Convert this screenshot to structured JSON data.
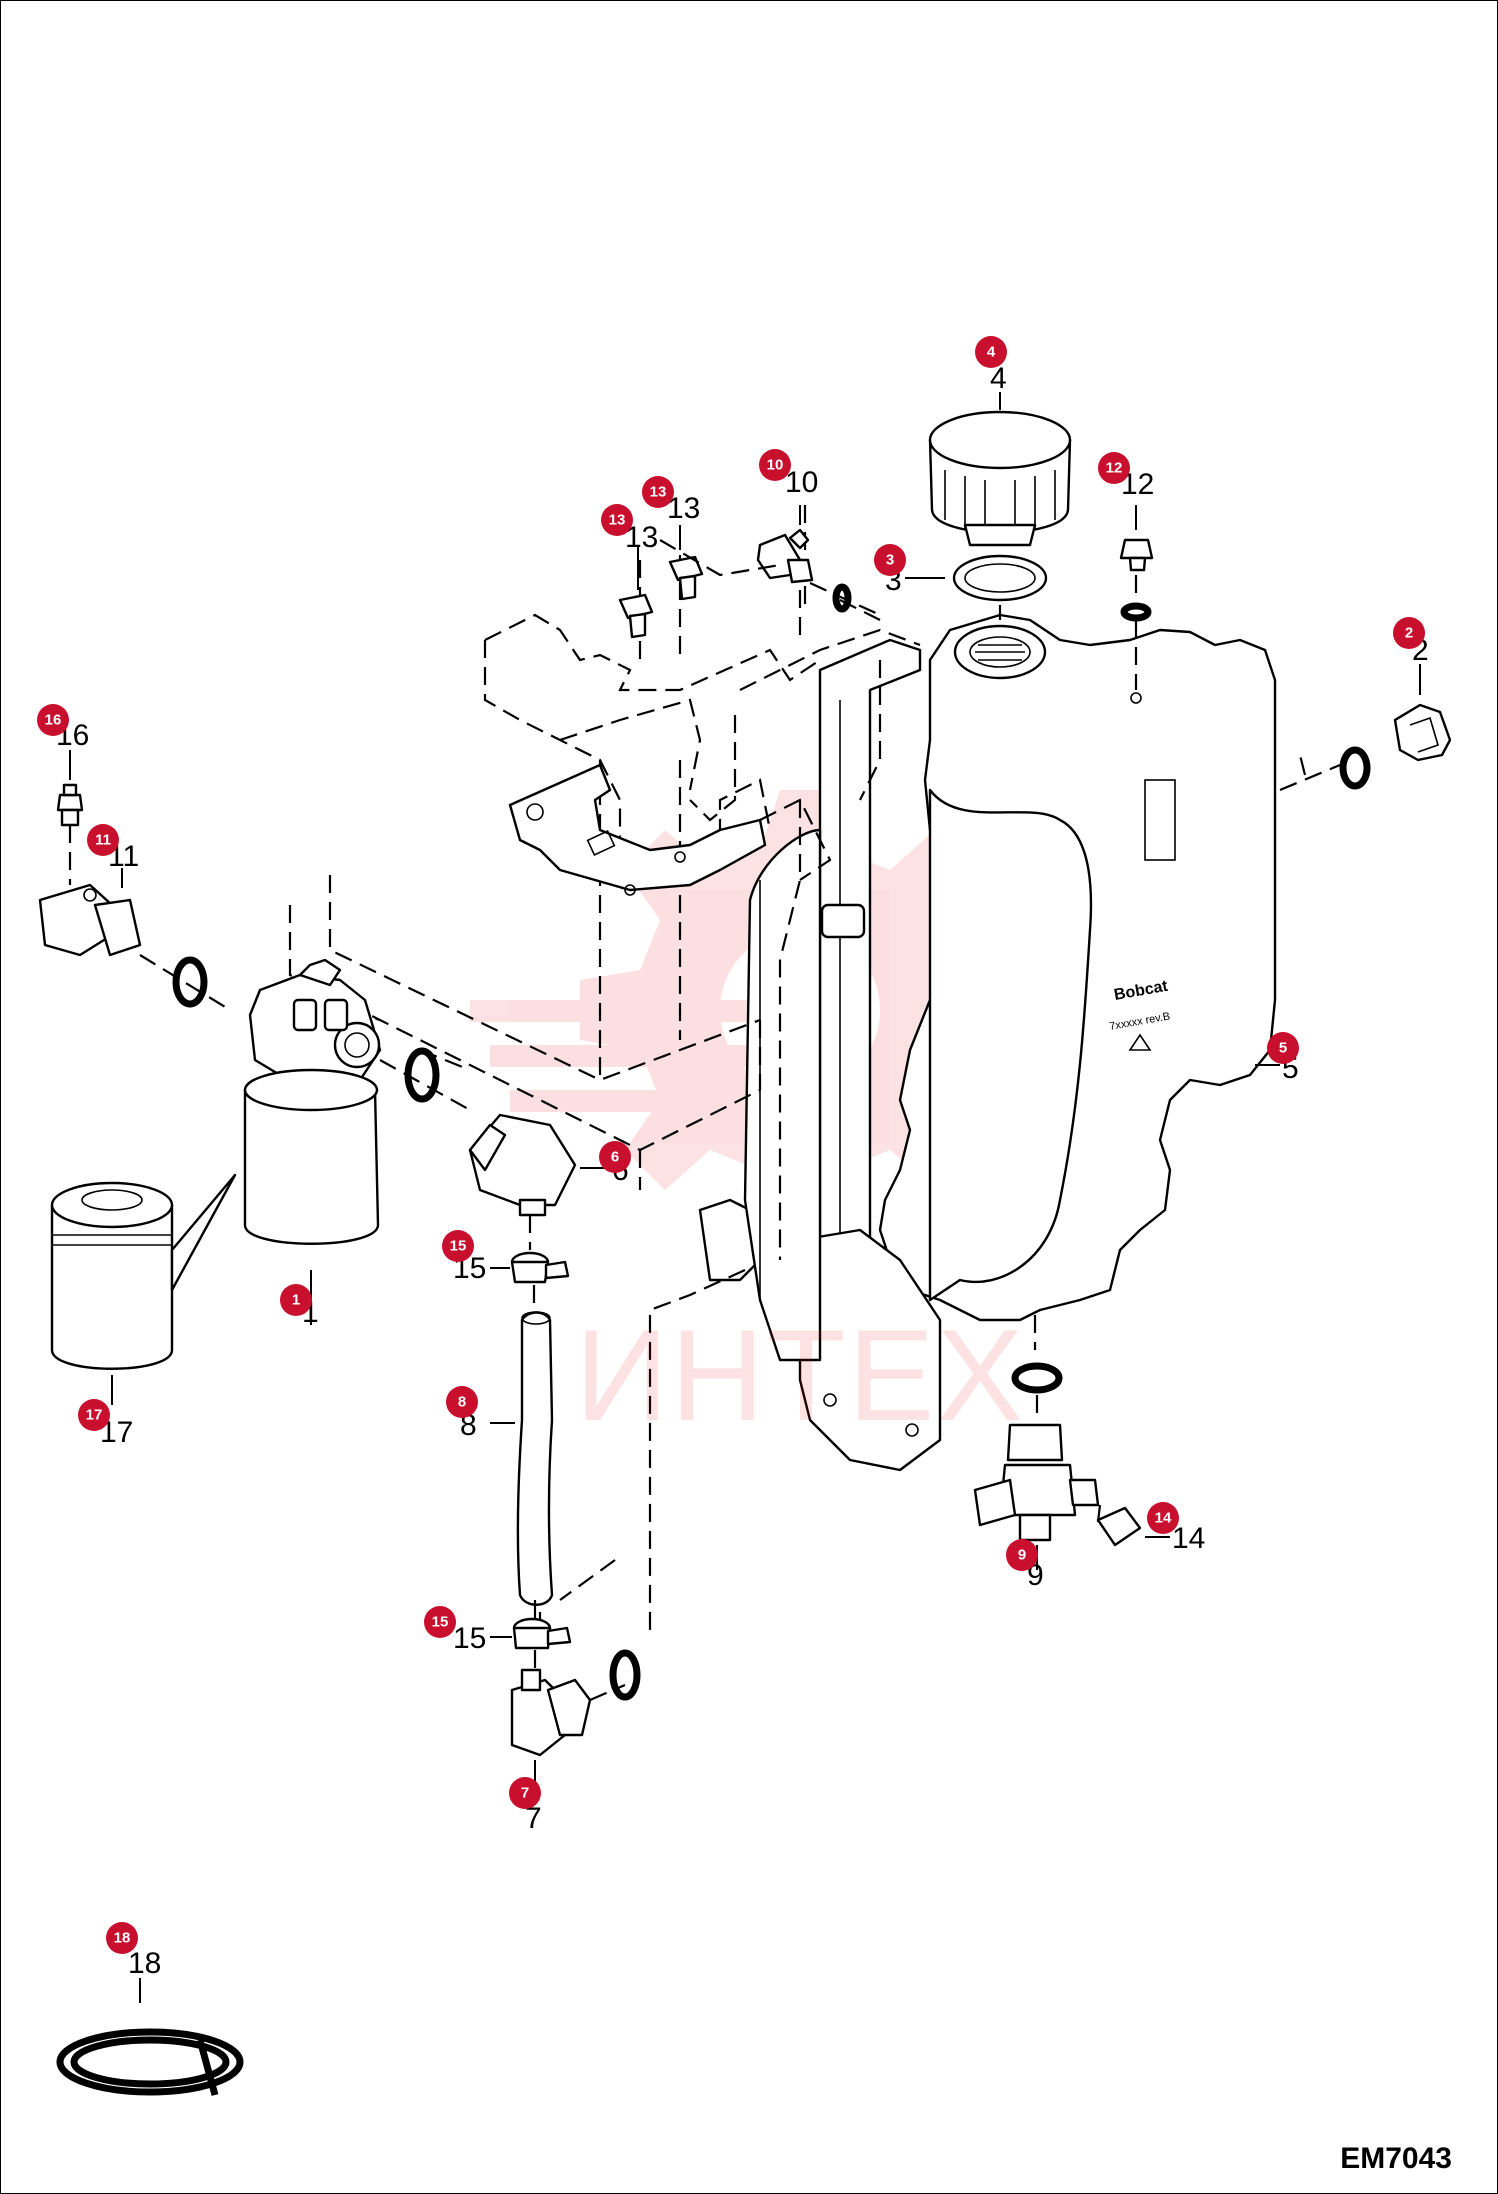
{
  "drawing_code": "EM7043",
  "watermark_text": "ИНТЕХ",
  "accent_color": "#c8102e",
  "callouts": [
    {
      "id": 1,
      "number": "1"
    },
    {
      "id": 2,
      "number": "2"
    },
    {
      "id": 3,
      "number": "3"
    },
    {
      "id": 4,
      "number": "4"
    },
    {
      "id": 5,
      "number": "5"
    },
    {
      "id": 6,
      "number": "6"
    },
    {
      "id": 7,
      "number": "7"
    },
    {
      "id": 8,
      "number": "8"
    },
    {
      "id": 9,
      "number": "9"
    },
    {
      "id": 10,
      "number": "10"
    },
    {
      "id": 11,
      "number": "11"
    },
    {
      "id": 12,
      "number": "12"
    },
    {
      "id": 13,
      "number": "13"
    },
    {
      "id": 14,
      "number": "14"
    },
    {
      "id": 15,
      "number": "15"
    },
    {
      "id": 16,
      "number": "16"
    },
    {
      "id": 17,
      "number": "17"
    },
    {
      "id": 18,
      "number": "18"
    }
  ]
}
